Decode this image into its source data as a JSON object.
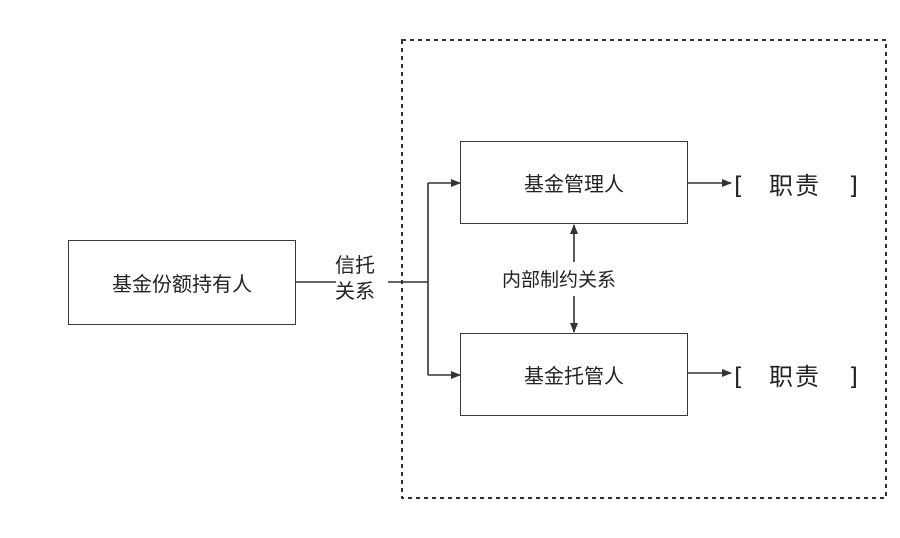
{
  "nodes": {
    "holder": "基金份额持有人",
    "manager": "基金管理人",
    "custodian": "基金托管人"
  },
  "edges": {
    "trust_line1": "信托",
    "trust_line2": "关系",
    "internal": "内部制约关系"
  },
  "duties": {
    "manager": "职责",
    "custodian": "职责"
  },
  "brackets": {
    "open": "[",
    "close": "]"
  }
}
